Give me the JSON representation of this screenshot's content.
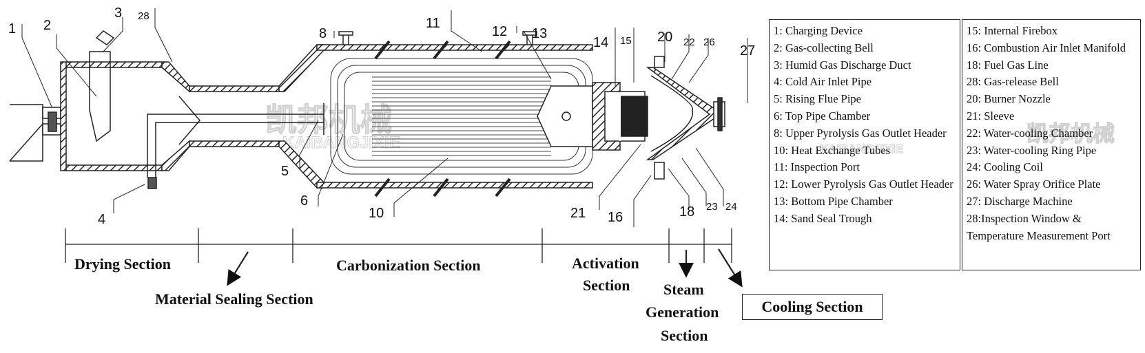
{
  "callouts": {
    "n1": "1",
    "n2": "2",
    "n3": "3",
    "n28": "28",
    "n8": "8",
    "n11": "11",
    "n12": "12",
    "n13": "13",
    "n14": "14",
    "n15": "15",
    "n20": "20",
    "n22": "22",
    "n26": "26",
    "n27": "27",
    "n4": "4",
    "n5": "5",
    "n6": "6",
    "n10": "10",
    "n21": "21",
    "n16": "16",
    "n18": "18",
    "n23": "23",
    "n24": "24"
  },
  "sections": {
    "drying": "Drying Section",
    "material_sealing": "Material Sealing Section",
    "carbonization": "Carbonization Section",
    "activation_line1": "Activation",
    "activation_line2": "Section",
    "steam_line1": "Steam",
    "steam_line2": "Generation",
    "steam_line3": "Section",
    "cooling": "Cooling Section"
  },
  "legend_left": [
    "1: Charging Device",
    "2: Gas-collecting Bell",
    "3: Humid Gas Discharge Duct",
    "4: Cold Air Inlet Pipe",
    "5: Rising Flue Pipe",
    "6: Top Pipe Chamber",
    "8: Upper Pyrolysis Gas Outlet Header",
    "10: Heat Exchange Tubes",
    "11: Inspection Port",
    "12: Lower Pyrolysis Gas Outlet Header",
    "13: Bottom Pipe Chamber",
    "14: Sand Seal Trough"
  ],
  "legend_right": [
    "15: Internal Firebox",
    "16: Combustion Air Inlet Manifold",
    "18: Fuel Gas Line",
    "28: Gas-release Bell",
    "20: Burner Nozzle",
    "21: Sleeve",
    "22: Water-cooling Chamber",
    "23: Water-cooling Ring Pipe",
    "24: Cooling Coil",
    "26: Water Spray Orifice Plate",
    "27: Discharge Machine",
    "28:Inspection Window & Temperature Measurement Port"
  ],
  "watermark": {
    "text_cn": "凯邦机械",
    "text_en": "KAIBANGJIXIE"
  }
}
